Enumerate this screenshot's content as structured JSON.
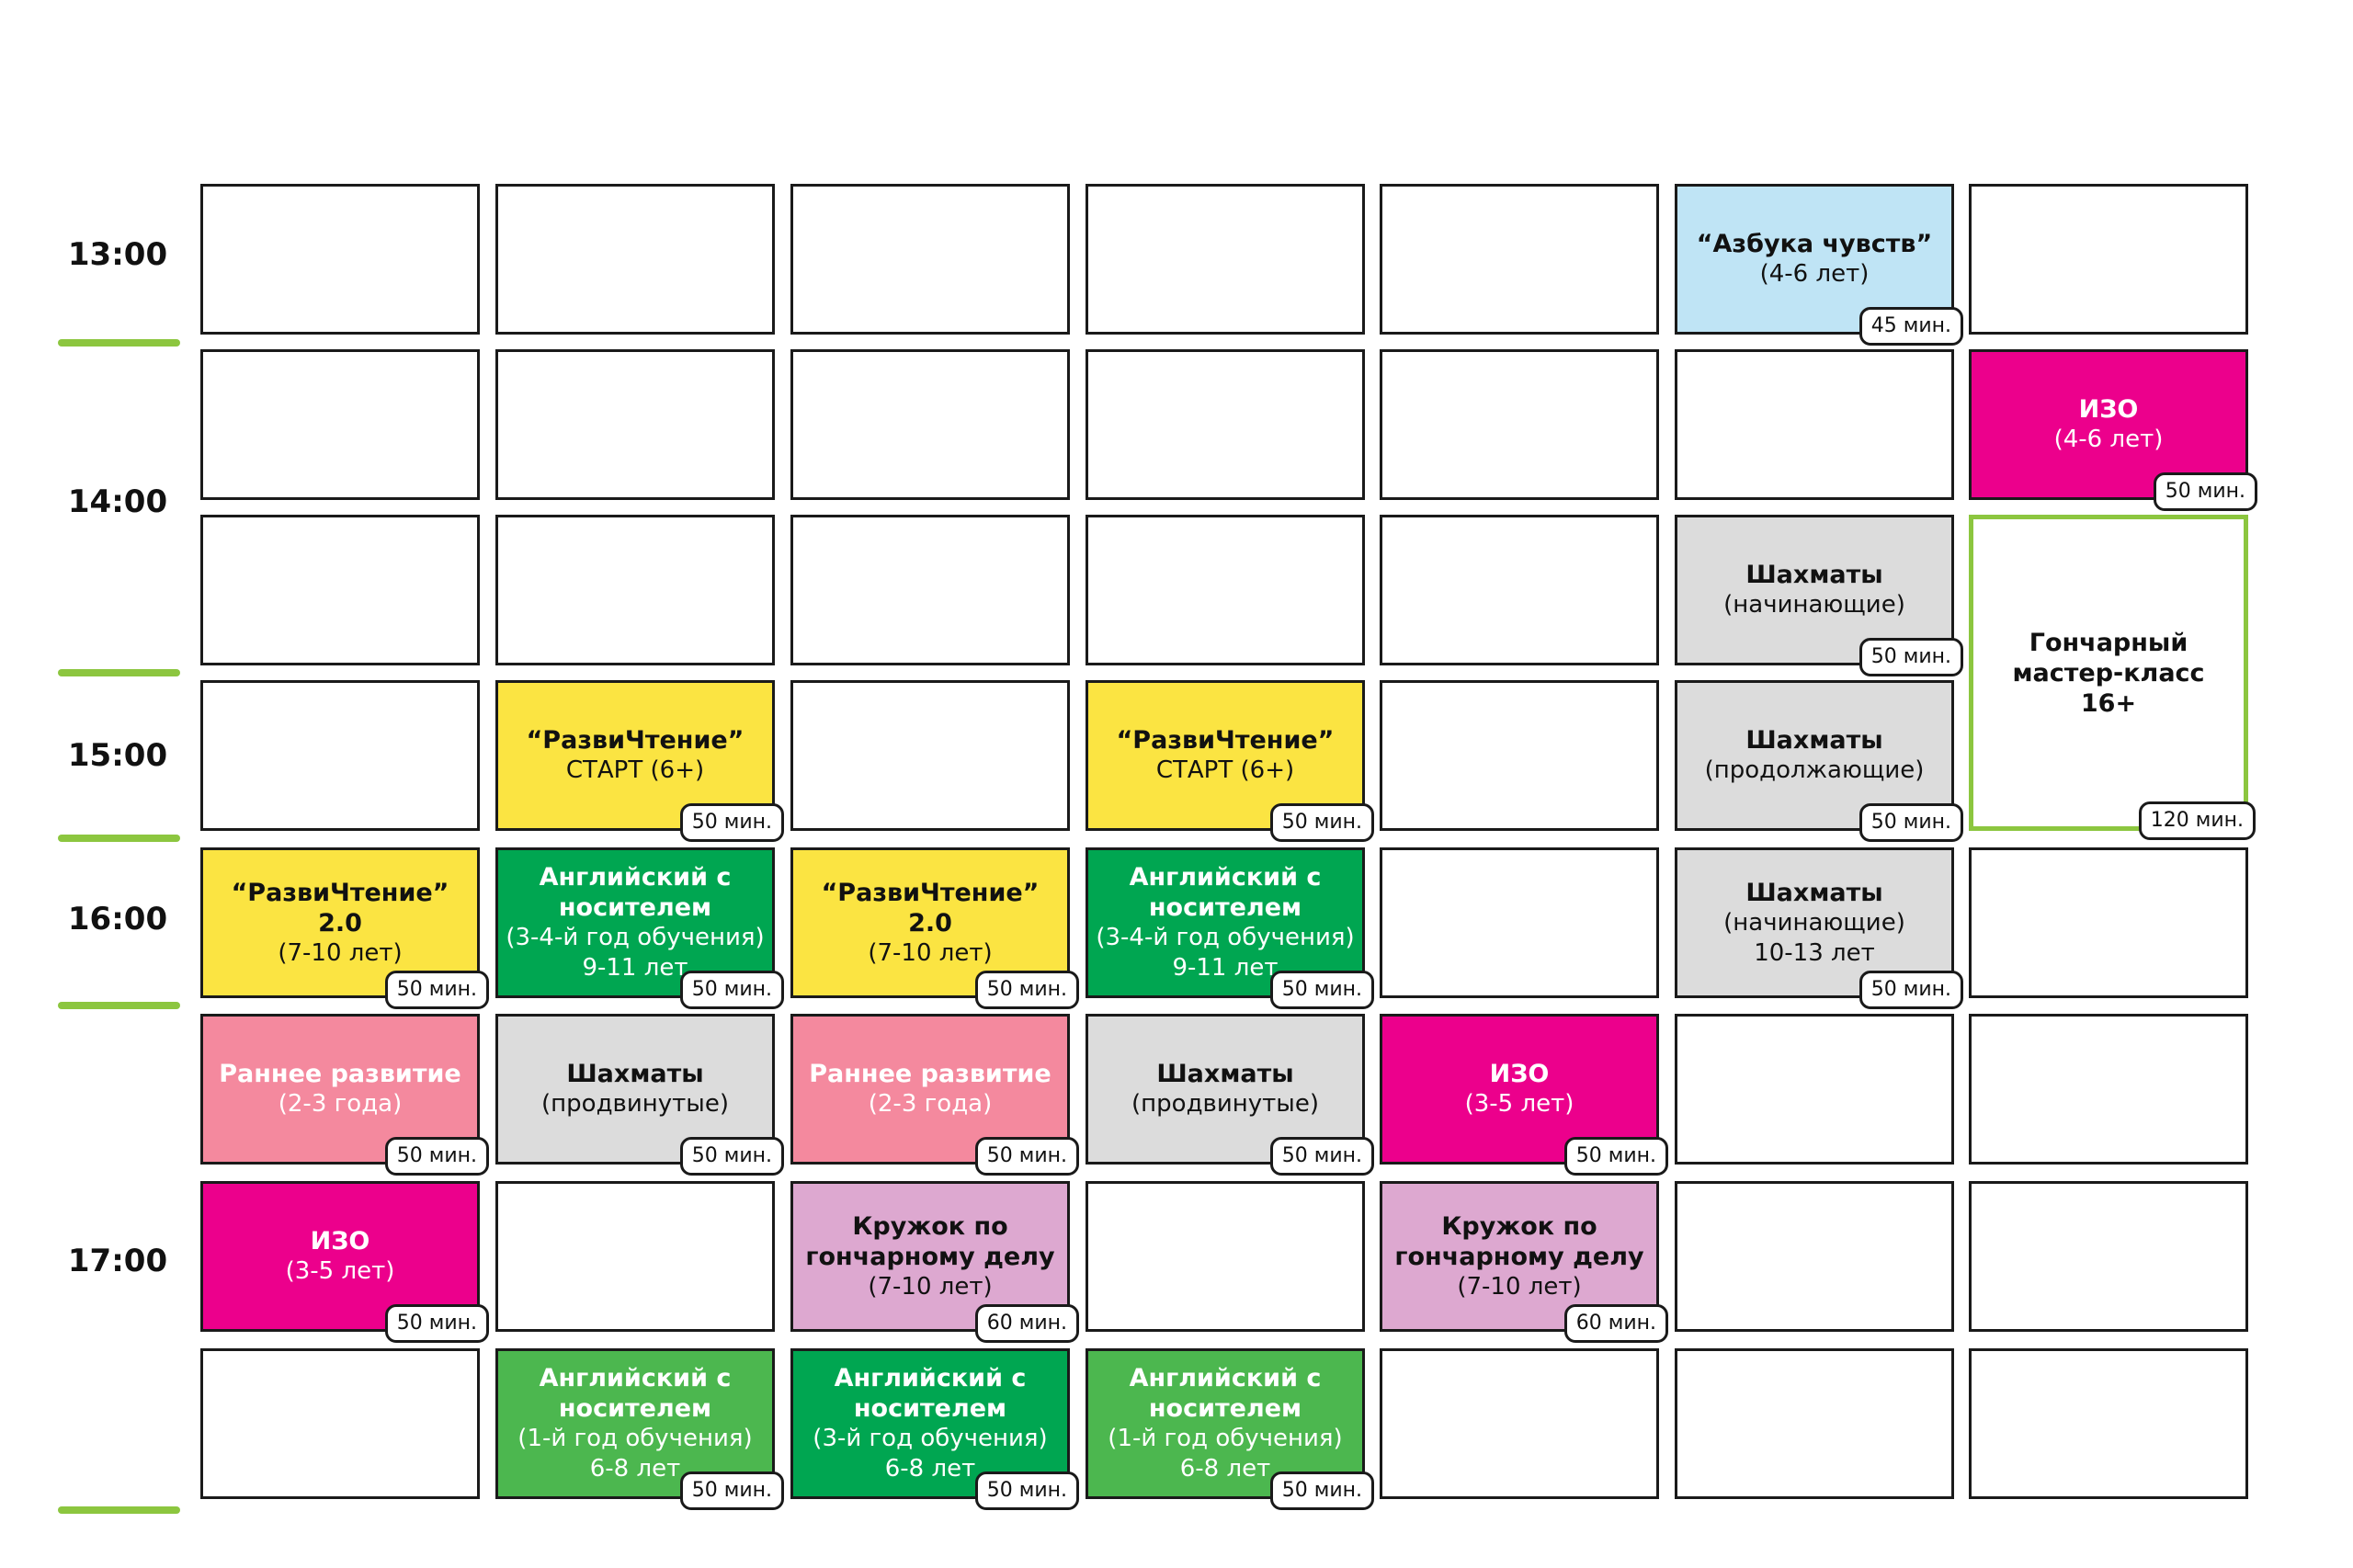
{
  "times": [
    "13:00",
    "14:00",
    "15:00",
    "16:00",
    "17:00"
  ],
  "colors": {
    "white": "#ffffff",
    "blue": "#bfe4f5",
    "magenta": "#ec008c",
    "grey": "#dcdcdc",
    "yellow": "#fbe442",
    "green_dark": "#00a651",
    "green_light": "#4cb74f",
    "pink": "#f4899e",
    "lilac": "#dda8d0",
    "accent_green": "#8cc63f"
  },
  "schedule": [
    [
      {
        "color": "white"
      },
      {
        "color": "white"
      },
      {
        "color": "white"
      },
      {
        "color": "white"
      },
      {
        "color": "white"
      },
      {
        "color": "blue",
        "title": "“Азбука чувств”",
        "lines": [
          "(4-6 лет)"
        ],
        "duration": "45 мин."
      },
      {
        "color": "white"
      }
    ],
    [
      {
        "color": "white"
      },
      {
        "color": "white"
      },
      {
        "color": "white"
      },
      {
        "color": "white"
      },
      {
        "color": "white"
      },
      {
        "color": "white"
      },
      {
        "color": "magenta",
        "light": true,
        "title": "ИЗО",
        "lines": [
          "(4-6 лет)"
        ],
        "duration": "50 мин."
      }
    ],
    [
      {
        "color": "white"
      },
      {
        "color": "white"
      },
      {
        "color": "white"
      },
      {
        "color": "white"
      },
      {
        "color": "white"
      },
      {
        "color": "grey",
        "title": "Шахматы",
        "lines": [
          "(начинающие)"
        ],
        "duration": "50 мин."
      },
      {
        "color": "white",
        "highlight": true,
        "rowspan": 2,
        "title": "Гончарный мастер-класс 16+",
        "lines": [],
        "duration": "120 мин."
      }
    ],
    [
      {
        "color": "white"
      },
      {
        "color": "yellow",
        "title": "“РазвиЧтение”",
        "lines": [
          "СТАРТ (6+)"
        ],
        "duration": "50 мин."
      },
      {
        "color": "white"
      },
      {
        "color": "yellow",
        "title": "“РазвиЧтение”",
        "lines": [
          "СТАРТ (6+)"
        ],
        "duration": "50 мин."
      },
      {
        "color": "white"
      },
      {
        "color": "grey",
        "title": "Шахматы",
        "lines": [
          "(продолжающие)"
        ],
        "duration": "50 мин."
      }
    ],
    [
      {
        "color": "yellow",
        "title": "“РазвиЧтение” 2.0",
        "lines": [
          "(7-10 лет)"
        ],
        "duration": "50 мин."
      },
      {
        "color": "green_dark",
        "light": true,
        "title": "Английский с носителем",
        "lines": [
          "(3-4-й год обучения)",
          "9-11 лет"
        ],
        "duration": "50 мин."
      },
      {
        "color": "yellow",
        "title": "“РазвиЧтение” 2.0",
        "lines": [
          "(7-10 лет)"
        ],
        "duration": "50 мин."
      },
      {
        "color": "green_dark",
        "light": true,
        "title": "Английский с носителем",
        "lines": [
          "(3-4-й год обучения)",
          "9-11 лет"
        ],
        "duration": "50 мин."
      },
      {
        "color": "white"
      },
      {
        "color": "grey",
        "title": "Шахматы",
        "lines": [
          "(начинающие)",
          "10-13 лет"
        ],
        "duration": "50 мин."
      },
      {
        "color": "white"
      }
    ],
    [
      {
        "color": "pink",
        "light": true,
        "title": "Раннее развитие",
        "lines": [
          "(2-3 года)"
        ],
        "duration": "50 мин."
      },
      {
        "color": "grey",
        "title": "Шахматы",
        "lines": [
          "(продвинутые)"
        ],
        "duration": "50 мин."
      },
      {
        "color": "pink",
        "light": true,
        "title": "Раннее развитие",
        "lines": [
          "(2-3 года)"
        ],
        "duration": "50 мин."
      },
      {
        "color": "grey",
        "title": "Шахматы",
        "lines": [
          "(продвинутые)"
        ],
        "duration": "50 мин."
      },
      {
        "color": "magenta",
        "light": true,
        "title": "ИЗО",
        "lines": [
          "(3-5 лет)"
        ],
        "duration": "50 мин."
      },
      {
        "color": "white"
      },
      {
        "color": "white"
      }
    ],
    [
      {
        "color": "magenta",
        "light": true,
        "title": "ИЗО",
        "lines": [
          "(3-5 лет)"
        ],
        "duration": "50 мин."
      },
      {
        "color": "white"
      },
      {
        "color": "lilac",
        "title": "Кружок по гончарному делу",
        "lines": [
          "(7-10 лет)"
        ],
        "duration": "60 мин."
      },
      {
        "color": "white"
      },
      {
        "color": "lilac",
        "title": "Кружок по гончарному делу",
        "lines": [
          "(7-10 лет)"
        ],
        "duration": "60 мин."
      },
      {
        "color": "white"
      },
      {
        "color": "white"
      }
    ],
    [
      {
        "color": "white"
      },
      {
        "color": "green_light",
        "light": true,
        "title": "Английский с носителем",
        "lines": [
          "(1-й год обучения)",
          "6-8 лет"
        ],
        "duration": "50 мин."
      },
      {
        "color": "green_dark",
        "light": true,
        "title": "Английский с носителем",
        "lines": [
          "(3-й год обучения)",
          "6-8 лет"
        ],
        "duration": "50 мин."
      },
      {
        "color": "green_light",
        "light": true,
        "title": "Английский с носителем",
        "lines": [
          "(1-й год обучения)",
          "6-8 лет"
        ],
        "duration": "50 мин."
      },
      {
        "color": "white"
      },
      {
        "color": "white"
      },
      {
        "color": "white"
      }
    ]
  ]
}
